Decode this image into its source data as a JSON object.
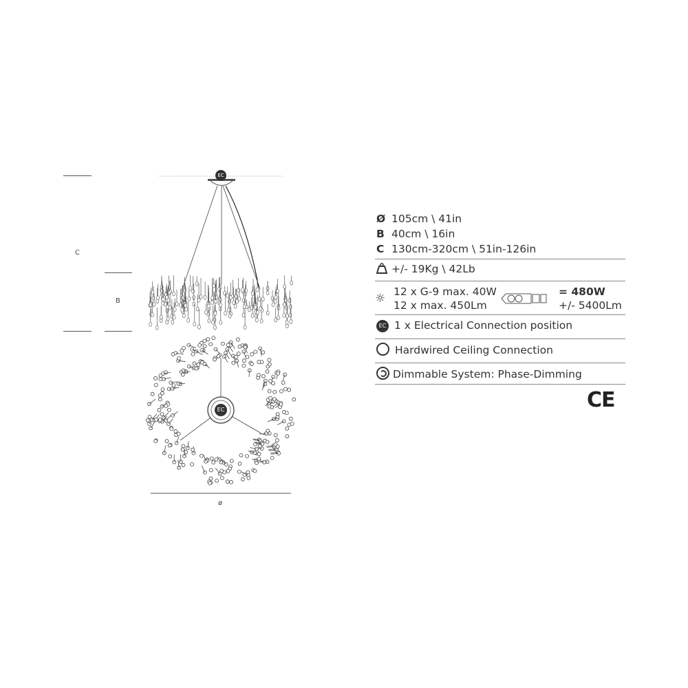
{
  "drawing": {
    "label_c": "C",
    "label_b": "B",
    "label_diameter": "ø",
    "ec_badge": "EC"
  },
  "specs": {
    "diameter": {
      "key": "Ø",
      "value": "105cm \\ 41in"
    },
    "height_b": {
      "key": "B",
      "value": "40cm \\ 16in"
    },
    "height_c": {
      "key": "C",
      "value": "130cm-320cm \\ 51in-126in"
    },
    "weight": {
      "icon": "weight-icon",
      "value": "+/- 19Kg \\ 42Lb"
    },
    "lamps": {
      "icon": "light-bulb-icon",
      "line1": "12 x G-9 max. 40W",
      "line2": "12 x max. 450Lm",
      "total_power": "= 480W",
      "total_lumen": "+/- 5400Lm"
    },
    "electrical": {
      "badge": "EC",
      "text": "1 x Electrical Connection position"
    },
    "hardwired": {
      "icon": "circle-icon",
      "text": "Hardwired Ceiling Connection"
    },
    "dimmable": {
      "icon": "dimmer-icon",
      "text": "Dimmable System: Phase-Dimming"
    },
    "certification": "CE"
  }
}
